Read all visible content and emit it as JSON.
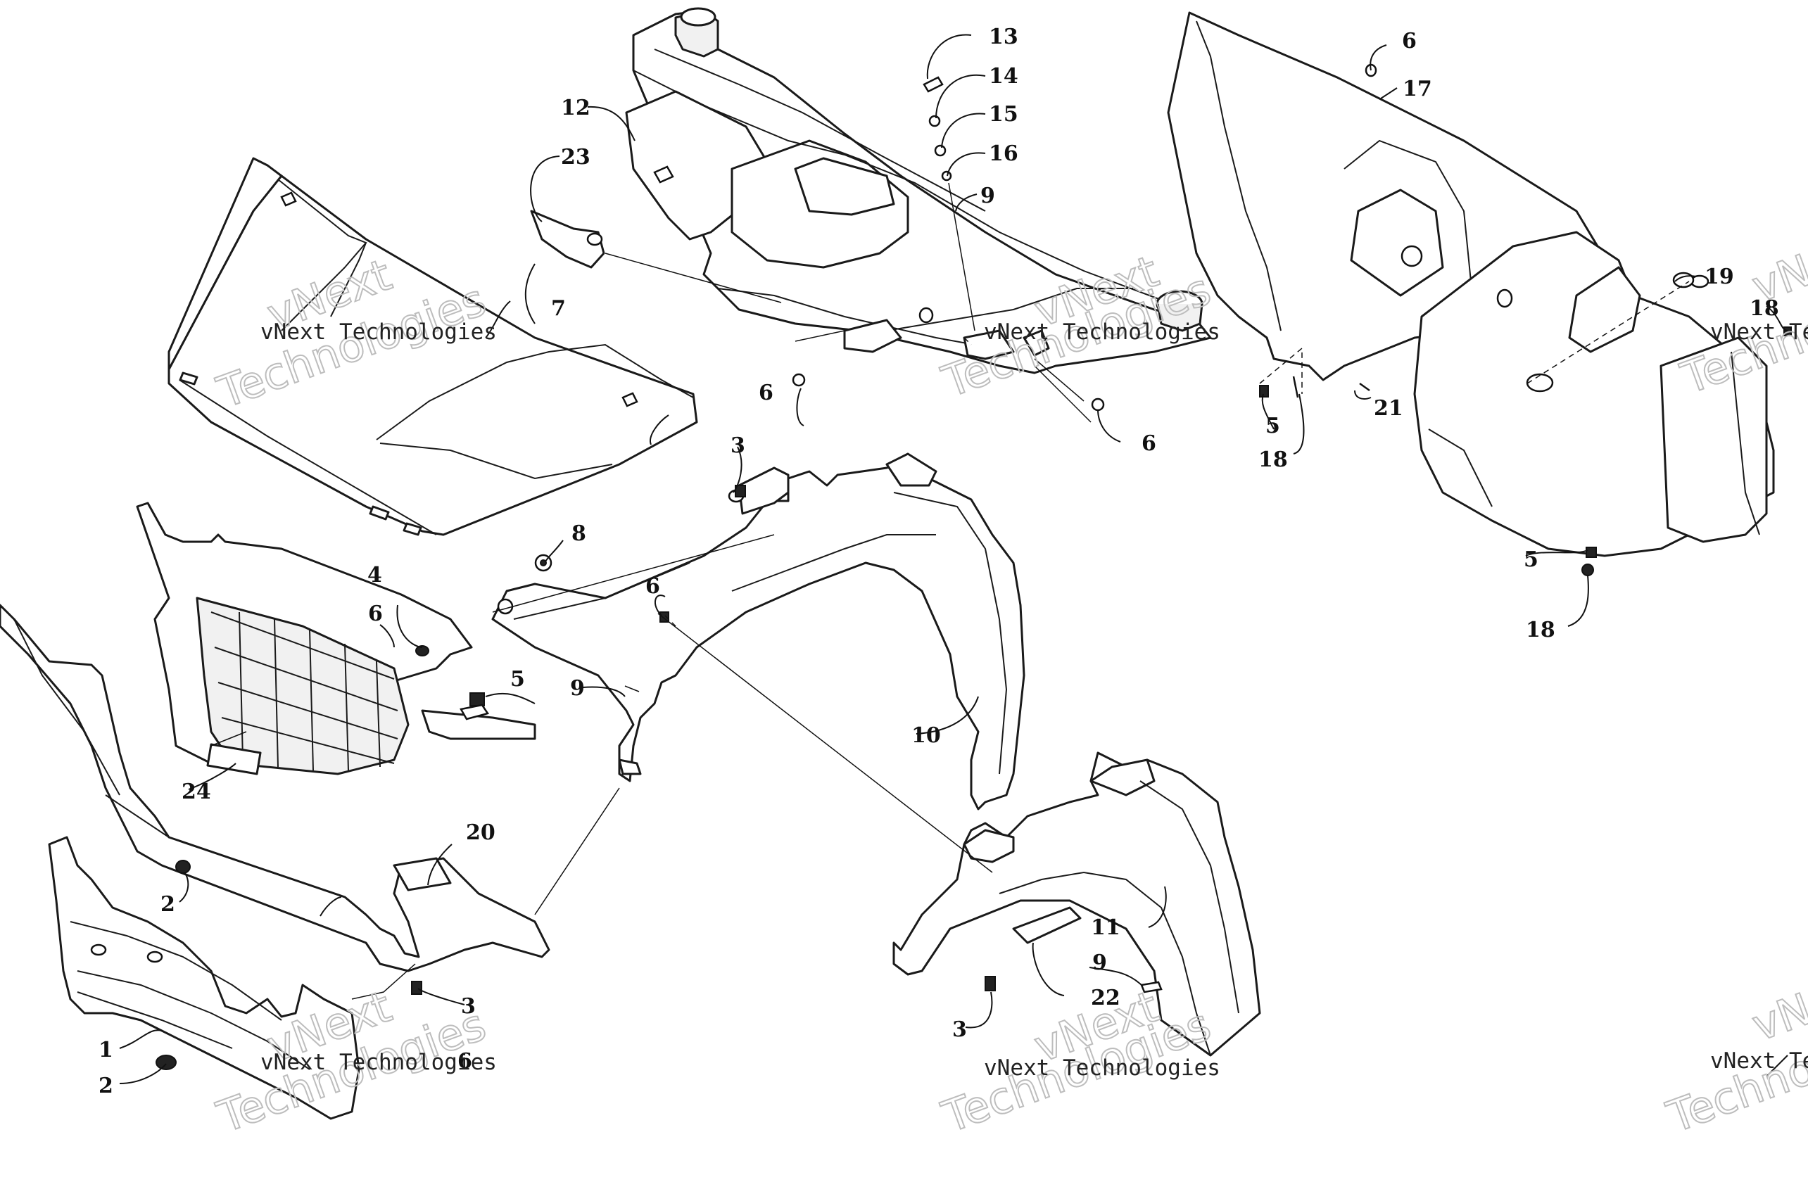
{
  "callouts": [
    "1",
    "2",
    "3",
    "4",
    "5",
    "6",
    "7",
    "8",
    "9",
    "10",
    "11",
    "12",
    "13",
    "14",
    "15",
    "16",
    "17",
    "18",
    "19",
    "20",
    "21",
    "22",
    "23",
    "24"
  ],
  "watermark": {
    "line1": "vNext Technologies",
    "line2": "vNext",
    "line3": "Technologies"
  }
}
